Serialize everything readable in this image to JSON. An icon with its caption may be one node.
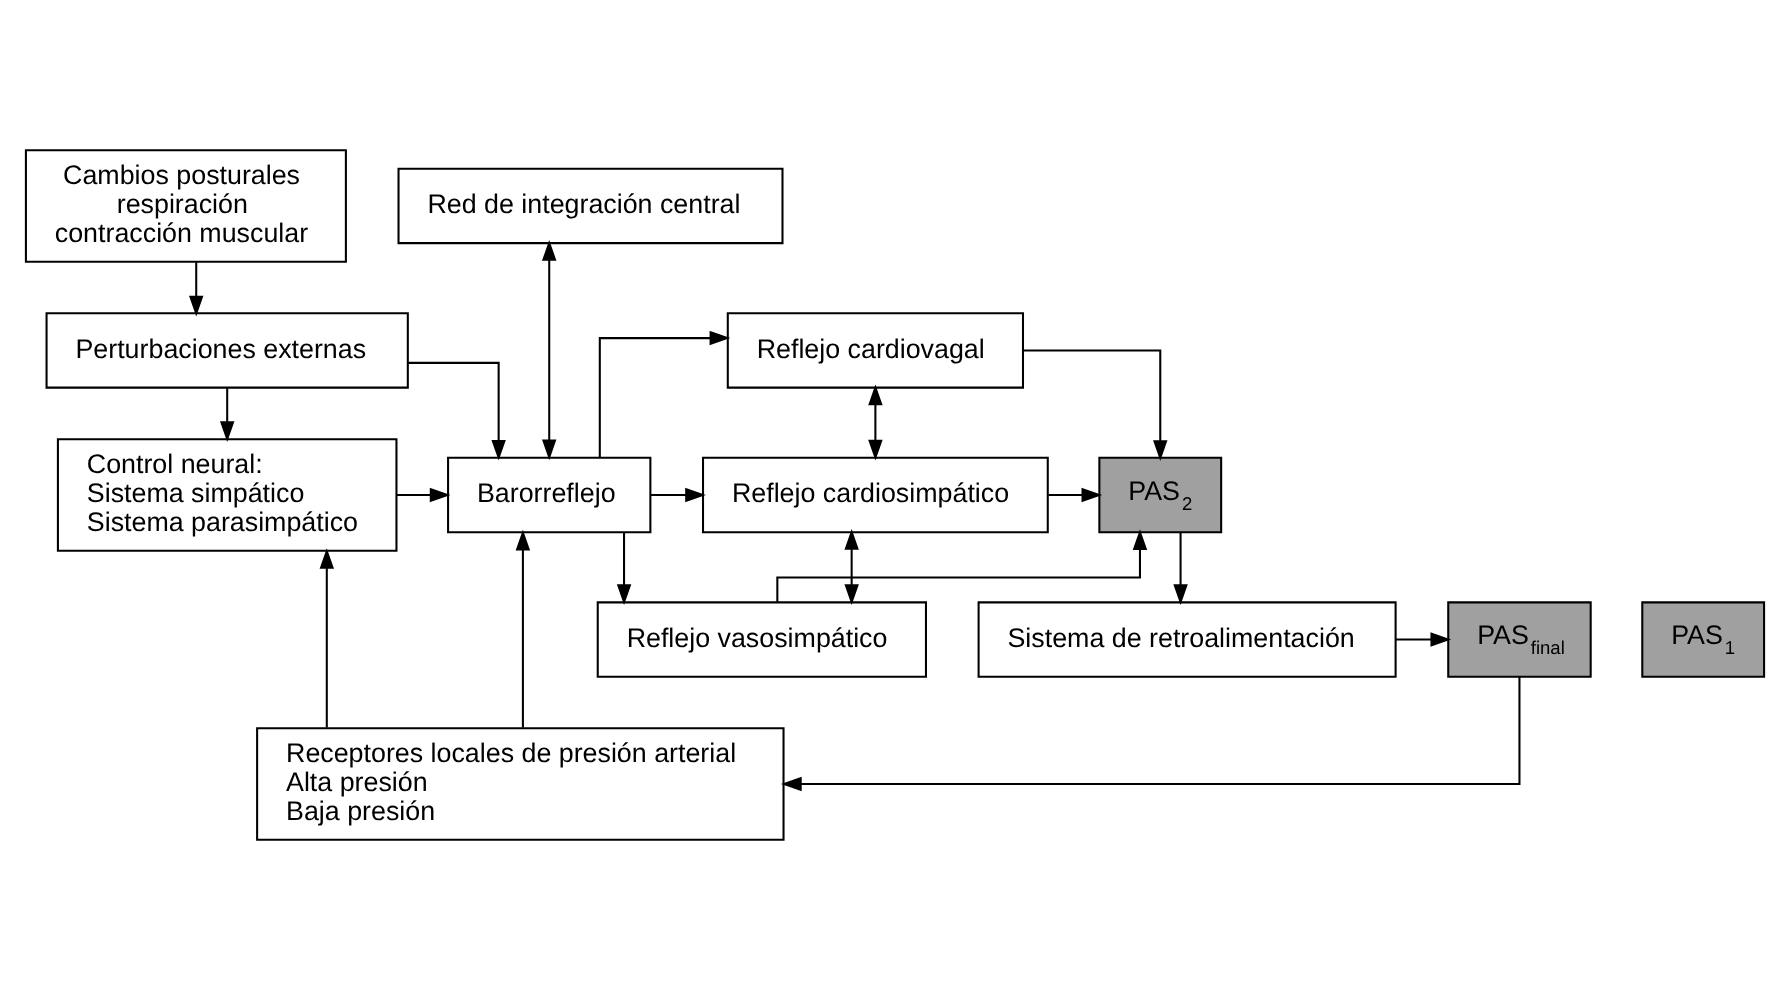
{
  "diagram": {
    "nodes": [
      {
        "text": [
          "Cambios posturales",
          "respiración",
          "contracción muscular"
        ]
      },
      {
        "text": [
          "Red de integración central"
        ]
      },
      {
        "text": [
          "Perturbaciones externas"
        ]
      },
      {
        "text": [
          "Control neural:",
          "Sistema simpático",
          "Sistema parasimpático"
        ]
      },
      {
        "text": [
          "Barorreflejo"
        ]
      },
      {
        "text": [
          "PAS$_{1}$"
        ]
      },
      {
        "text": [
          "Reflejo cardiovagal"
        ]
      },
      {
        "text": [
          "Reflejo cardiosimpático"
        ]
      },
      {
        "text": [
          "PAS$_{2}$"
        ]
      },
      {
        "text": [
          "Receptores locales de presión arterial",
          "Alta presión",
          "Baja presión"
        ]
      },
      {
        "text": [
          "Reflejo vasosimpático"
        ]
      },
      {
        "text": [
          "PAS$_{final}$"
        ]
      },
      {
        "text": [
          "Sistema de retroalimentación"
        ]
      }
    ],
    "edges": [
      {
        "from": 0,
        "to": 2,
        "arrow": "to"
      },
      {
        "from": 2,
        "to": 3,
        "arrow": "to"
      },
      {
        "from": 2,
        "to": 4,
        "arrow": "to"
      },
      {
        "from": 1,
        "to": 4,
        "arrow": "both"
      },
      {
        "from": 3,
        "to": 4,
        "arrow": "to"
      },
      {
        "from": 9,
        "to": 3,
        "arrow": "to"
      },
      {
        "from": 9,
        "to": 4,
        "arrow": "to"
      },
      {
        "from": 4,
        "to": 6,
        "arrow": "to"
      },
      {
        "from": 4,
        "to": 7,
        "arrow": "to"
      },
      {
        "from": 4,
        "to": 10,
        "arrow": "to"
      },
      {
        "from": 6,
        "to": 7,
        "arrow": "both"
      },
      {
        "from": 7,
        "to": 10,
        "arrow": "both"
      },
      {
        "from": 6,
        "to": 8,
        "arrow": "to"
      },
      {
        "from": 7,
        "to": 8,
        "arrow": "to"
      },
      {
        "from": 10,
        "to": 8,
        "arrow": "to"
      },
      {
        "from": 8,
        "to": 12,
        "arrow": "to"
      },
      {
        "from": 12,
        "to": 11,
        "arrow": "to"
      },
      {
        "from": 11,
        "to": 9,
        "arrow": "to"
      }
    ]
  }
}
